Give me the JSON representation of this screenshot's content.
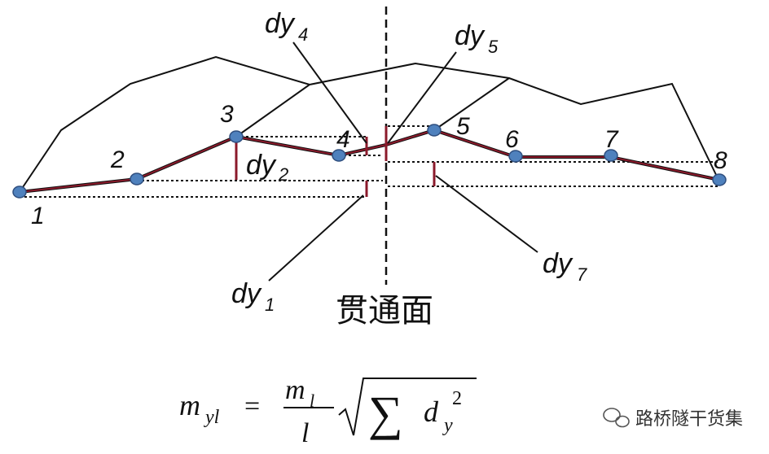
{
  "diagram": {
    "points": [
      {
        "label": "1"
      },
      {
        "label": "2"
      },
      {
        "label": "3"
      },
      {
        "label": "4"
      },
      {
        "label": "5"
      },
      {
        "label": "6"
      },
      {
        "label": "7"
      },
      {
        "label": "8"
      }
    ],
    "offsets": [
      {
        "base": "dy",
        "sub": "1"
      },
      {
        "base": "dy",
        "sub": "2"
      },
      {
        "base": "dy",
        "sub": "4"
      },
      {
        "base": "dy",
        "sub": "5"
      },
      {
        "base": "dy",
        "sub": "7"
      }
    ],
    "plane_label": "贯通面",
    "colors": {
      "traverse": "#8b1a2b",
      "point_fill": "#4f81bd",
      "point_stroke": "#2f4f7f",
      "line": "#111111"
    }
  },
  "formula": {
    "m": "m",
    "sub_yl": "yl",
    "equals": "=",
    "num_m": "m",
    "num_sub": "l",
    "den": "l",
    "sigma": "∑",
    "d": "d",
    "d_sub": "y",
    "d_sup": "2"
  },
  "watermark": {
    "icon": "wechat-icon",
    "text": "路桥隧干货集"
  }
}
